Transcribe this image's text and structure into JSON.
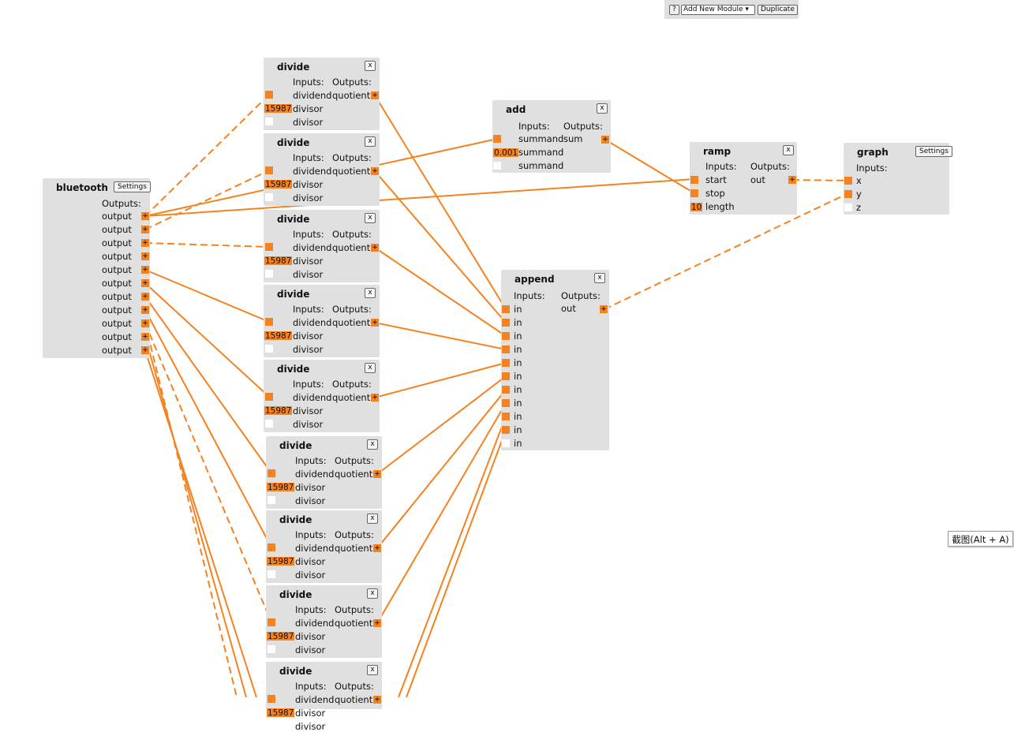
{
  "toolbar": {
    "help_label": "?",
    "add_module_selected": "Add New Module",
    "duplicate_label": "Duplicate"
  },
  "bluetooth": {
    "title": "bluetooth",
    "settings_label": "Settings",
    "outputs_header": "Outputs:",
    "outputs": [
      "output",
      "output",
      "output",
      "output",
      "output",
      "output",
      "output",
      "output",
      "output",
      "output",
      "output"
    ]
  },
  "divide": {
    "title": "divide",
    "close_label": "x",
    "inputs_header": "Inputs:",
    "outputs_header": "Outputs:",
    "input_labels": [
      "dividend",
      "divisor",
      "divisor"
    ],
    "output_label": "quotient",
    "divisor_value": "15987",
    "port_glyph": "+"
  },
  "add": {
    "title": "add",
    "close_label": "x",
    "inputs_header": "Inputs:",
    "outputs_header": "Outputs:",
    "input_labels": [
      "summand",
      "summand",
      "summand"
    ],
    "output_label": "sum",
    "summand_value": "0.001"
  },
  "ramp": {
    "title": "ramp",
    "close_label": "x",
    "inputs_header": "Inputs:",
    "outputs_header": "Outputs:",
    "input_labels": [
      "start",
      "stop",
      "length"
    ],
    "output_label": "out",
    "length_value": "10"
  },
  "graph": {
    "title": "graph",
    "settings_label": "Settings",
    "inputs_header": "Inputs:",
    "input_labels": [
      "x",
      "y",
      "z"
    ]
  },
  "append": {
    "title": "append",
    "close_label": "x",
    "inputs_header": "Inputs:",
    "outputs_header": "Outputs:",
    "input_labels": [
      "in",
      "in",
      "in",
      "in",
      "in",
      "in",
      "in",
      "in",
      "in",
      "in",
      "in"
    ],
    "output_label": "out"
  },
  "tooltip": {
    "text": "截图(Alt + A)"
  },
  "colors": {
    "wire": "#f58220",
    "port": "#f58220",
    "module_bg": "#e0e0e0"
  }
}
